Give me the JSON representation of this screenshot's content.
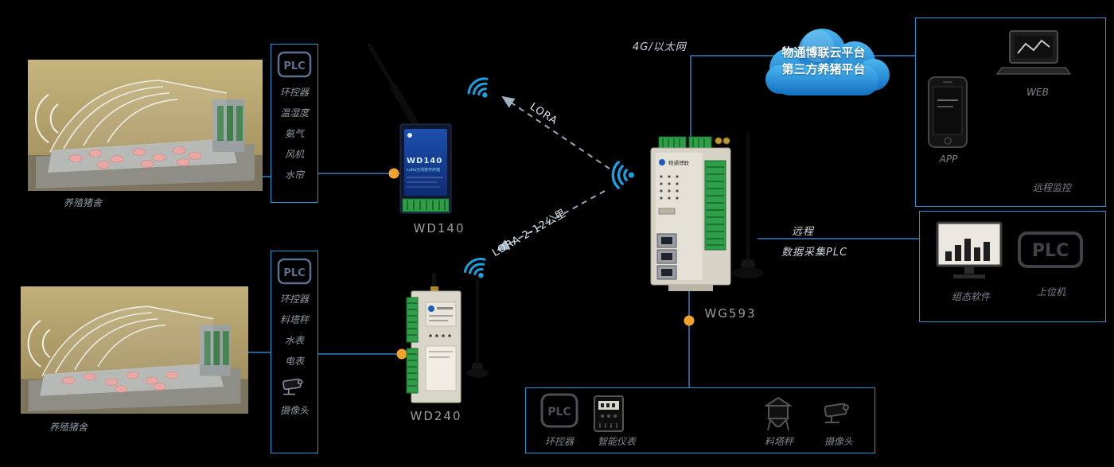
{
  "colors": {
    "background": "#000000",
    "box_border_blue": "#2597d6",
    "connector_blue": "#2a82c4",
    "lora_dash_gray": "#9db1c2",
    "junction_orange": "#f2a22e",
    "wifi_blue": "#1d9fe0",
    "cloud_blue": "#1e8fdc"
  },
  "photos": {
    "top_caption": "养殖猪舍",
    "bottom_caption": "养殖猪舍"
  },
  "sensor_box_top": {
    "logo": "PLC",
    "items": [
      "环控器",
      "温湿度",
      "氨气",
      "风机",
      "水帘"
    ]
  },
  "sensor_box_bottom": {
    "logo": "PLC",
    "items": [
      "环控器",
      "料塔秤",
      "水表",
      "电表"
    ],
    "camera_label": "摄像头"
  },
  "devices": {
    "wd140": {
      "caption": "WD140",
      "panel_title": "WD140",
      "panel_subtitle": "LoRa无线数传终端"
    },
    "wd240": {
      "caption": "WD240"
    },
    "wg593": {
      "caption": "WG593",
      "brand": "物通博联"
    }
  },
  "links": {
    "lora_top": "LORA",
    "lora_bottom": "LORA  2-12公里",
    "wan": "4G/以太网",
    "remote_line1": "远程",
    "remote_line2": "数据采集PLC"
  },
  "cloud": {
    "line1": "物通博联云平台",
    "line2": "第三方养猪平台"
  },
  "remote_box": {
    "pc_label": "WEB",
    "phone_label": "APP",
    "caption": "远程监控"
  },
  "scada_box": {
    "monitor_label": "组态软件",
    "host_label": "上位机",
    "plc": "PLC"
  },
  "equipment_box": {
    "plc": "PLC",
    "labels": [
      "环控器",
      "智能仪表",
      "料塔秤",
      "摄像头"
    ]
  }
}
